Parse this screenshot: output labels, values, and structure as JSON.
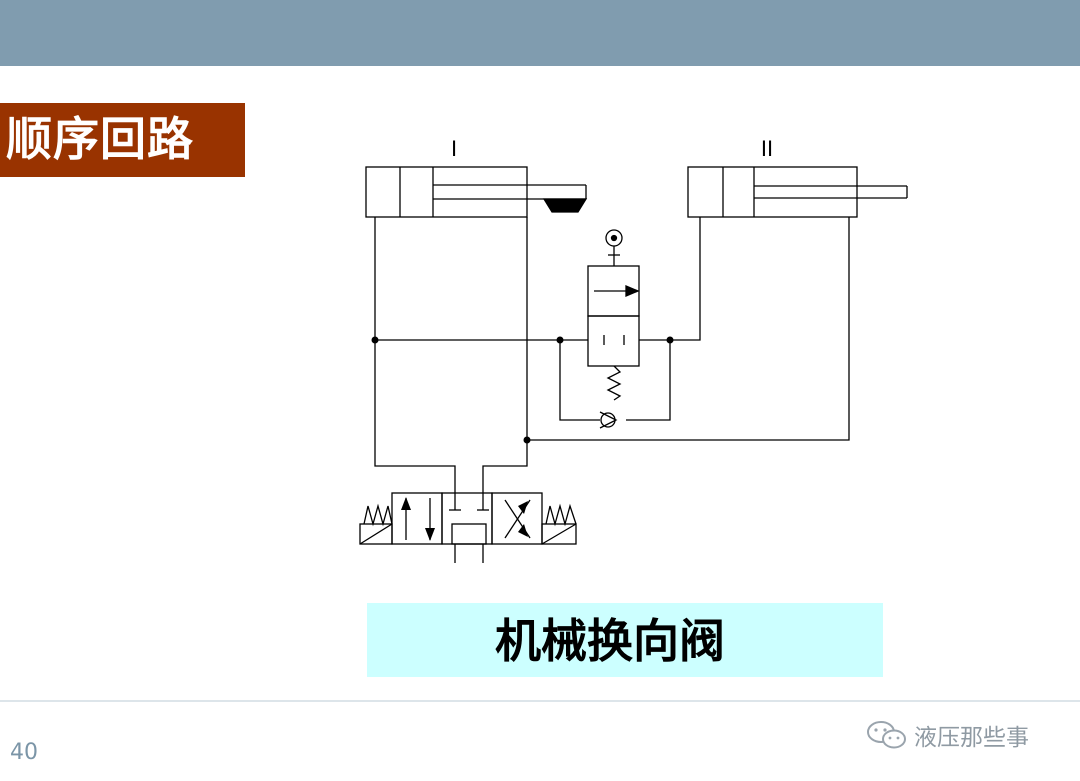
{
  "slide": {
    "title": "顺序回路",
    "page_number": "40",
    "caption": "机械换向阀",
    "watermark": "液压那些事"
  },
  "diagram": {
    "cylinder_1_label": "I",
    "cylinder_2_label": "II"
  },
  "colors": {
    "top_band": "#809caf",
    "title_bg": "#993300",
    "caption_bg": "#ccffff"
  },
  "icons": [
    "wechat-icon"
  ]
}
